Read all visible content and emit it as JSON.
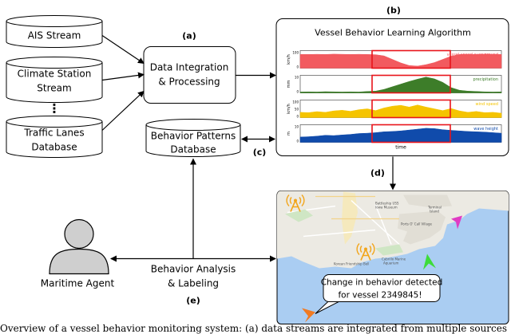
{
  "sources": {
    "ais": "AIS Stream",
    "climate_line1": "Climate Station",
    "climate_line2": "Stream",
    "dots": "⋮",
    "traffic_line1": "Traffic Lanes",
    "traffic_line2": "Database"
  },
  "processing": {
    "label": "(a)",
    "line1": "Data Integration",
    "line2": "& Processing"
  },
  "patterns_db": {
    "line1": "Behavior Patterns",
    "line2": "Database",
    "label": "(c)"
  },
  "algorithm": {
    "label": "(b)",
    "title": "Vessel Behavior Learning Algorithm",
    "xlabel": "time",
    "panels": [
      {
        "unit": "km/h",
        "series": "vessel speed over ground",
        "color": "#f25a5f",
        "ticks": [
          "100",
          "0"
        ]
      },
      {
        "unit": "mm",
        "series": "precipitation",
        "color": "#3d7d29",
        "ticks": [
          "10",
          "0"
        ]
      },
      {
        "unit": "km/h",
        "series": "wind speed",
        "color": "#f5c400",
        "ticks": [
          "100",
          "50",
          "0"
        ]
      },
      {
        "unit": "m",
        "series": "wave height",
        "color": "#104bab",
        "ticks": [
          "10",
          "0"
        ]
      }
    ]
  },
  "map": {
    "label": "(d)",
    "alert_line1": "Change in behavior detected",
    "alert_line2": "for vessel 2349845!",
    "place_names": [
      "Battleship USS",
      "Iowa Museum",
      "Terminal",
      "Island",
      "Cabrillo Marine",
      "Aquarium",
      "Korean Friendship Bell",
      "Ports O' Call Village"
    ]
  },
  "agent": {
    "label": "Maritime Agent"
  },
  "analysis": {
    "line1": "Behavior Analysis",
    "line2": "& Labeling",
    "label": "(e)"
  },
  "caption": "Overview of a vessel behavior monitoring system: (a) data streams are integrated from multiple sources"
}
